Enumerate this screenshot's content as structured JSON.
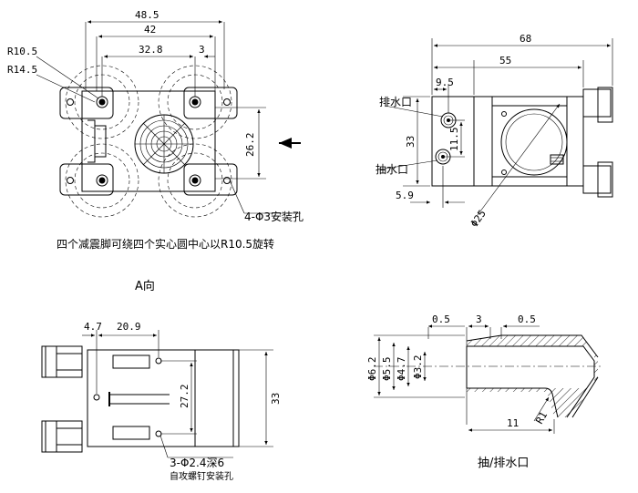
{
  "top_left": {
    "dims": [
      "48.5",
      "42",
      "32.8",
      "3",
      "R10.5",
      "R14.5",
      "26.2"
    ],
    "callout": "4-Φ3安装孔",
    "note": "四个减震脚可绕四个实心圆中心以R10.5旋转"
  },
  "top_right": {
    "dims": [
      "68",
      "55",
      "9.5",
      "33",
      "11.5",
      "5.9",
      "Φ25"
    ],
    "labels": [
      "排水口",
      "抽水口"
    ]
  },
  "view_label": "A向",
  "bottom_left": {
    "dims": [
      "4.7",
      "20.9",
      "27.2",
      "33"
    ],
    "callout": "3-Φ2.4深6",
    "callout_sub": "自攻螺钉安装孔"
  },
  "bottom_right": {
    "dims": [
      "0.5",
      "3",
      "0.5",
      "Φ6.2",
      "Φ5.5",
      "Φ4.7",
      "Φ3.2",
      "R1",
      "11"
    ],
    "caption": "抽/排水口"
  }
}
